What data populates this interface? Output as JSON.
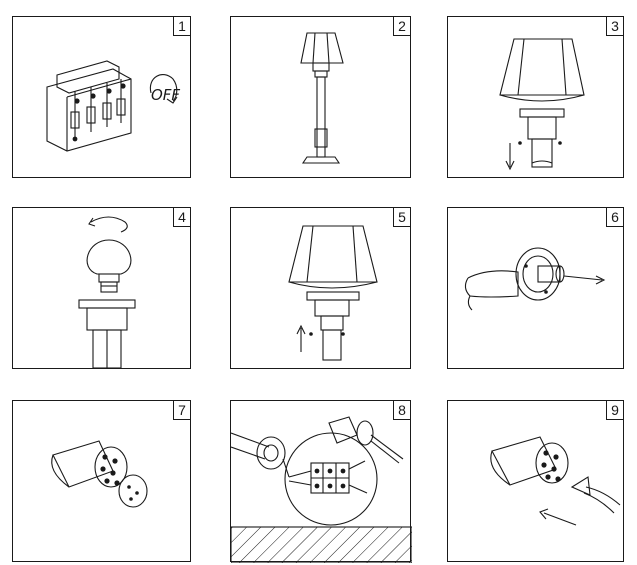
{
  "steps": [
    {
      "number": "1",
      "label": "OFF"
    },
    {
      "number": "2"
    },
    {
      "number": "3"
    },
    {
      "number": "4"
    },
    {
      "number": "5"
    },
    {
      "number": "6"
    },
    {
      "number": "7"
    },
    {
      "number": "8"
    },
    {
      "number": "9"
    }
  ],
  "colors": {
    "line": "#1a1a1a",
    "background": "#ffffff"
  }
}
